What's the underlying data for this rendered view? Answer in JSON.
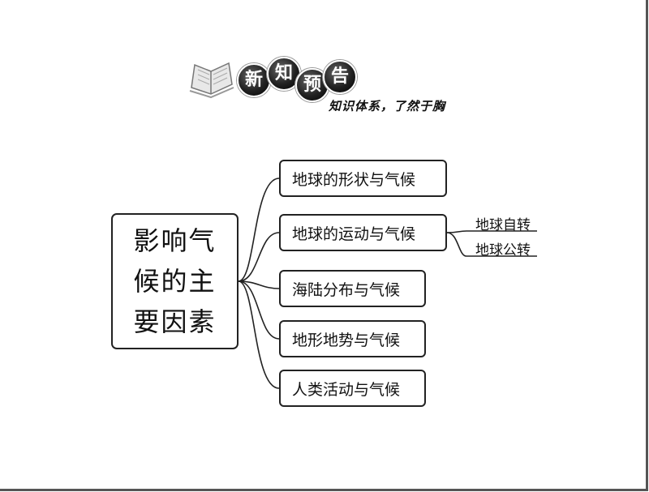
{
  "header": {
    "badges": [
      "新",
      "知",
      "预",
      "告"
    ],
    "subtitle": "知识体系，了然于胸"
  },
  "diagram": {
    "root": "影响气候的主要因素",
    "branches": [
      {
        "label": "地球的形状与气候"
      },
      {
        "label": "地球的运动与气候",
        "children": [
          "地球自转",
          "地球公转"
        ]
      },
      {
        "label": "海陆分布与气候"
      },
      {
        "label": "地形地势与气候"
      },
      {
        "label": "人类活动与气候"
      }
    ]
  }
}
